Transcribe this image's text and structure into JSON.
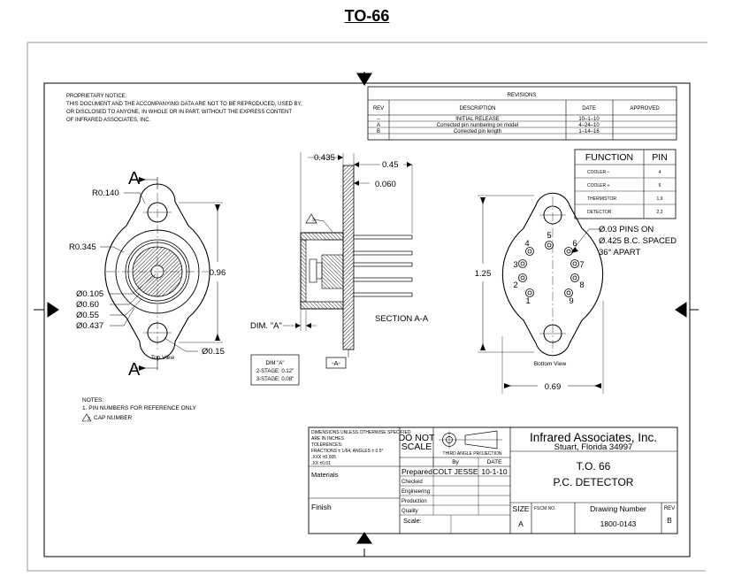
{
  "page_title": "TO-66",
  "notice": [
    "PROPRIETARY NOTICE:",
    "THIS DOCUMENT AND THE ACCOMPANYING DATA ARE NOT TO BE REPRODUCED, USED BY,",
    "OR DISCLOSED TO ANYONE, IN WHOLE OR IN PART, WITHOUT THE EXPRESS CONTENT",
    "OF INFRARED ASSOCIATES, INC."
  ],
  "revisions": {
    "title": "REVISIONS",
    "headers": [
      "REV",
      "DESCRIPTION",
      "DATE",
      "APPROVED"
    ],
    "rows": [
      [
        "–",
        "INITIAL RELEASE",
        "10–1–10",
        ""
      ],
      [
        "A",
        "Corrected pin numbering on model",
        "4–24–10",
        ""
      ],
      [
        "B",
        "Corrected pin length",
        "1–14–16",
        ""
      ]
    ]
  },
  "function_table": {
    "headers": [
      "FUNCTION",
      "PIN"
    ],
    "rows": [
      [
        "COOLER  –",
        "4"
      ],
      [
        "COOLER  +",
        "6"
      ],
      [
        "THERMISTOR",
        "1,9"
      ],
      [
        "DETECTOR",
        "2,3"
      ]
    ]
  },
  "top_view": {
    "section_letter": "A",
    "caption": "Top View",
    "dims": {
      "r_tab": "R0.140",
      "r_body": "R0.345",
      "d1": "Ø0.105",
      "d2": "Ø0.60",
      "d3": "Ø0.55",
      "d4": "Ø0.437",
      "hole": "Ø0.15",
      "height": "0.96"
    }
  },
  "section_view": {
    "caption": "SECTION A-A",
    "dim_a": "0.435",
    "dim_b": "0.45",
    "dim_c": "0.060",
    "dim_label": "DIM. \"A\"",
    "datum": "-A-",
    "cap_number": "3",
    "dim_box": [
      "DIM \"A\"",
      "2-STAGE: 0.12\"",
      "3-STAGE: 0.08\""
    ]
  },
  "bottom_view": {
    "caption": "Bottom View",
    "height": "1.25",
    "width": "0.69",
    "note": [
      "Ø.03 PINS ON",
      "Ø.425 B.C. SPACED",
      "36° APART"
    ],
    "pins": [
      "1",
      "2",
      "3",
      "4",
      "5",
      "6",
      "7",
      "8",
      "9"
    ]
  },
  "notes": {
    "title": "NOTES:",
    "items": [
      "1.  PIN NUMBERS FOR REFERENCE ONLY",
      "CAP NUMBER"
    ],
    "cap_symbol": "3"
  },
  "title_block": {
    "tolerances": [
      "DIMENSIONS UNLESS OTHERWISE SPECIFIED",
      "ARE IN INCHES",
      "TOLERENCES:",
      "FRACTIONS ± 1/64, ANGLES ± 0.5°",
      ".XXX ±0.005",
      ".XX  ±0.01"
    ],
    "do_not_scale": [
      "DO NOT",
      "SCALE"
    ],
    "projection": "THIRD ANGLE PROJECTION",
    "by_label": "By",
    "date_label": "DATE",
    "rows": [
      "Prepared",
      "Checked",
      "Engineering",
      "Production",
      "Quality"
    ],
    "prepared_by": "COLT JESSE",
    "prepared_date": "10-1-10",
    "materials": "Materials",
    "finish": "Finish",
    "scale": "Scale:",
    "company": "Infrared Associates, Inc.",
    "address": "Stuart, Florida 34997",
    "drawing_title_1": "T.O. 66",
    "drawing_title_2": "P.C. DETECTOR",
    "size_label": "SIZE",
    "size_value": "A",
    "fscm_label": "FSCM NO.",
    "drawing_number_label": "Drawing Number",
    "drawing_number": "1800-0143",
    "rev_label": "REV",
    "rev_value": "B"
  }
}
